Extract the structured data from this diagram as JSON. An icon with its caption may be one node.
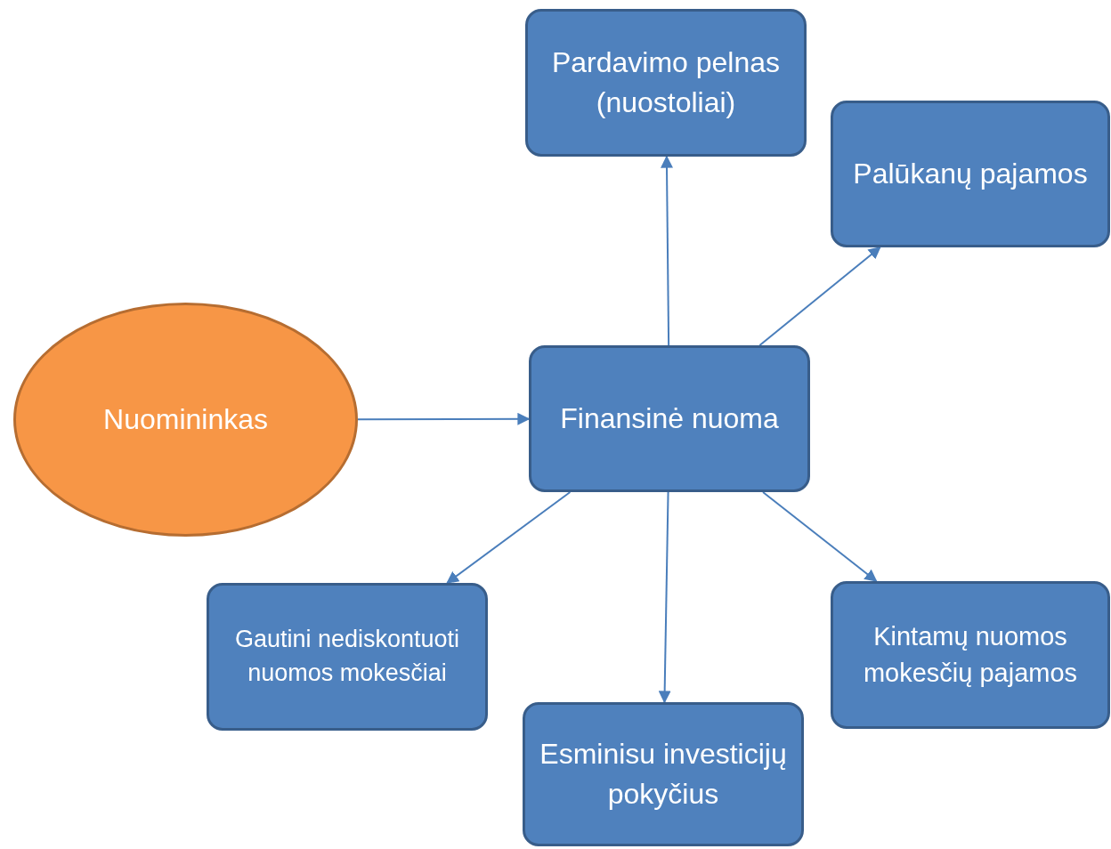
{
  "diagram": {
    "nodes": [
      {
        "text": [
          "Nuomininkas"
        ]
      },
      {
        "text": [
          "Pardavimo pelnas (nuostoliai)"
        ]
      },
      {
        "text": [
          "Palūkanų pajamos"
        ]
      },
      {
        "text": [
          "Finansinė nuoma"
        ]
      },
      {
        "text": [
          "Gautini nediskontuoti nuomos mokesčiai"
        ]
      },
      {
        "text": [
          "Esminisu investicijų pokyčius"
        ]
      },
      {
        "text": [
          "Kintamų nuomos mokesčių pajamos"
        ]
      }
    ],
    "edges": [
      {
        "from": 0,
        "to": 3,
        "arrow": "to"
      },
      {
        "from": 3,
        "to": 1,
        "arrow": "to"
      },
      {
        "from": 3,
        "to": 2,
        "arrow": "to"
      },
      {
        "from": 3,
        "to": 4,
        "arrow": "to"
      },
      {
        "from": 3,
        "to": 5,
        "arrow": "to"
      },
      {
        "from": 3,
        "to": 6,
        "arrow": "to"
      }
    ]
  }
}
